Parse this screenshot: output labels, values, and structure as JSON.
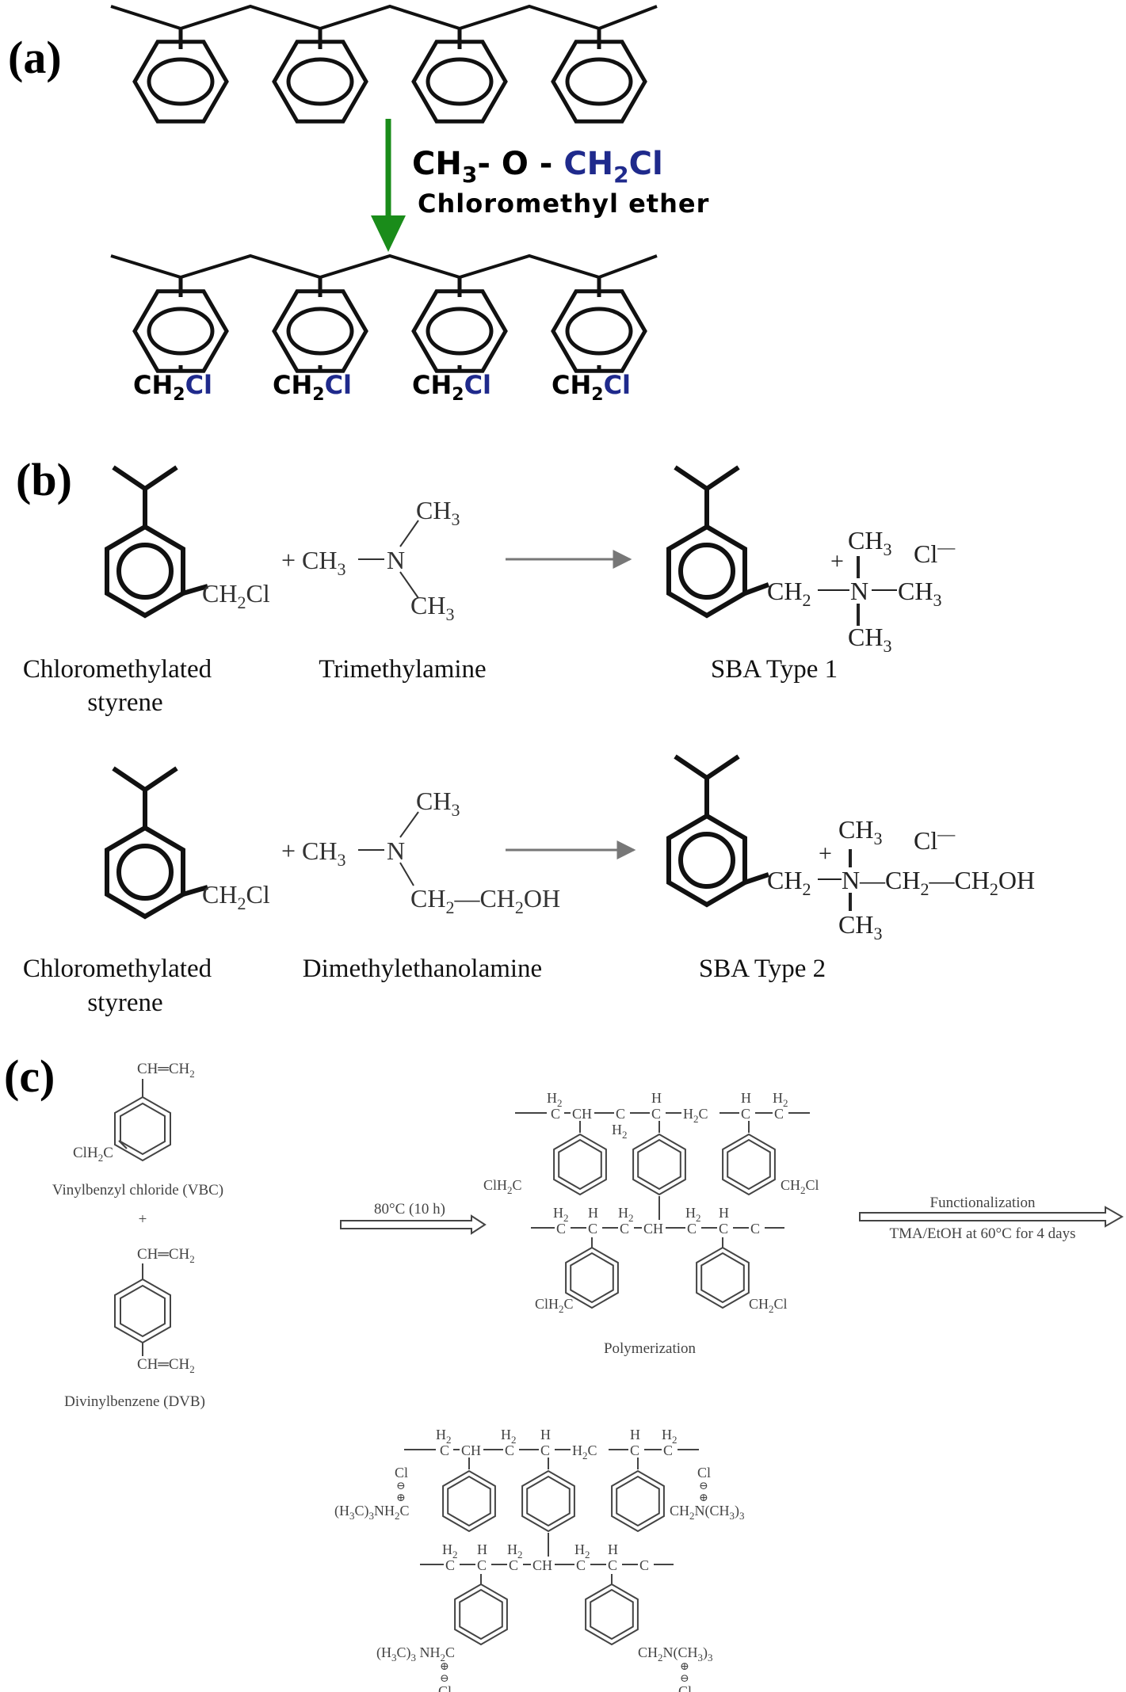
{
  "panel_a": {
    "label": "(a)",
    "reagent_formula_part1": "CH",
    "reagent_formula_sub": "3",
    "reagent_formula_part2": "- O - ",
    "reagent_formula_part3": "CH",
    "reagent_formula_sub2": "2",
    "reagent_formula_part4": "Cl",
    "reagent_name": "Chloromethyl ether",
    "substituent_ch": "CH",
    "substituent_sub": "2",
    "substituent_cl": "Cl",
    "arrow_color": "#1a8c1a",
    "chlorine_color": "#1f2a8c"
  },
  "panel_b": {
    "label": "(b)",
    "reactant_group": "CH",
    "reactant_sub": "2",
    "reactant_cl": "Cl",
    "plus": "+ CH",
    "methyl_sub": "3",
    "n_atom": "N",
    "ch3": "CH",
    "three": "3",
    "ch2ch2oh_1": "CH",
    "ch2ch2oh_2": "2",
    "ch2ch2oh_3": "—CH",
    "ch2ch2oh_4": "2",
    "ch2ch2oh_5": "OH",
    "chloride": "Cl",
    "minus": "—",
    "plus_charge": "+",
    "product1_ch2": "CH",
    "product1_ch2_sub": "2",
    "product2_tail1": "—CH",
    "product2_tail_sub": "2",
    "product2_tail2": "—CH",
    "product2_tail_sub2": "2",
    "product2_tail3": "OH",
    "name_reactant_line1": "Chloromethylated",
    "name_reactant_line2": "styrene",
    "name_tma": "Trimethylamine",
    "name_sba1": "SBA Type 1",
    "name_dmea": "Dimethylethanolamine",
    "name_sba2": "SBA Type 2"
  },
  "panel_c": {
    "label": "(c)",
    "vbc_vinyl": "CH═CH",
    "vbc_vinyl_sub": "2",
    "vbc_sub_group": "ClH",
    "vbc_sub_sub": "2",
    "vbc_sub_c": "C",
    "vbc_name": "Vinylbenzyl chloride (VBC)",
    "plus": "+",
    "dvb_vinyl": "CH═CH",
    "dvb_vinyl_sub": "2",
    "dvb_name": "Divinylbenzene (DVB)",
    "condition1": "80°C (10 h)",
    "step1_name": "Polymerization",
    "step2_top": "Functionalization",
    "step2_bottom": "TMA/EtOH at 60°C for 4 days",
    "h2": "H",
    "h2_sub": "2",
    "h": "H",
    "c": "C",
    "ch": "CH",
    "h2c": "H",
    "h2c_sub": "2",
    "h2c_c": "C",
    "ch2cl": "CH",
    "ch2cl_sub": "2",
    "ch2cl_cl": "Cl",
    "clh2c": "ClH",
    "clh2c_sub": "2",
    "clh2c_c": "C",
    "cl_anion": "Cl",
    "plus_circle": "⊕",
    "minus_circle": "⊖",
    "quat_left": "(H",
    "quat_left_sub": "3",
    "quat_left2": "C)",
    "quat_left_sub2": "3",
    "quat_left3": "NH",
    "quat_left_sub3": "2",
    "quat_left4": "C",
    "quat_right": "CH",
    "quat_right_sub": "2",
    "quat_right2": "N(CH",
    "quat_right_sub2": "3",
    "quat_right3": ")",
    "quat_right_sub3": "3",
    "quat_bl": "(H",
    "quat_bl_sub": "3",
    "quat_bl2": "C)",
    "quat_bl_sub2": "3",
    "quat_bl3": " NH",
    "quat_bl_sub3": "2",
    "quat_bl4": "C"
  }
}
